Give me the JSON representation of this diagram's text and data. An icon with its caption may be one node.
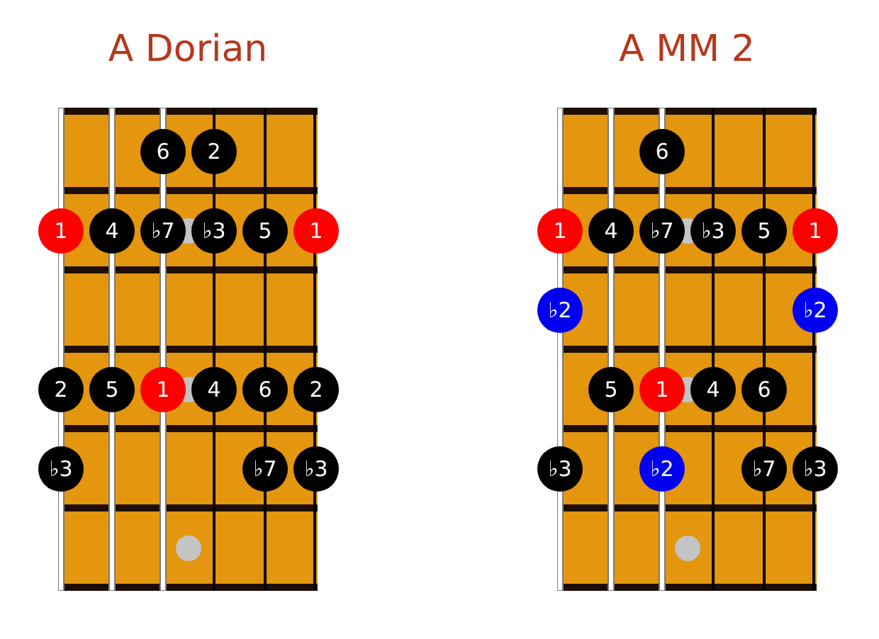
{
  "diagram": {
    "nodes": [
      {
        "text": [
          "A Dorian"
        ]
      },
      {
        "text": [
          "6"
        ],
        "in": 0
      },
      {
        "text": [
          "2"
        ],
        "in": 0
      },
      {
        "text": [
          "1"
        ],
        "in": 0
      },
      {
        "text": [
          "4"
        ],
        "in": 0
      },
      {
        "text": [
          "♭7"
        ],
        "in": 0
      },
      {
        "text": [
          "♭3"
        ],
        "in": 0
      },
      {
        "text": [
          "5"
        ],
        "in": 0
      },
      {
        "text": [
          "1"
        ],
        "in": 0
      },
      {
        "text": [
          "2"
        ],
        "in": 0
      },
      {
        "text": [
          "5"
        ],
        "in": 0
      },
      {
        "text": [
          "1"
        ],
        "in": 0
      },
      {
        "text": [
          "4"
        ],
        "in": 0
      },
      {
        "text": [
          "6"
        ],
        "in": 0
      },
      {
        "text": [
          "2"
        ],
        "in": 0
      },
      {
        "text": [
          "♭3"
        ],
        "in": 0
      },
      {
        "text": [
          "♭7"
        ],
        "in": 0
      },
      {
        "text": [
          "♭3"
        ],
        "in": 0
      },
      {
        "text": [
          "A MM 2"
        ]
      },
      {
        "text": [
          "6"
        ],
        "in": 18
      },
      {
        "text": [
          "1"
        ],
        "in": 18
      },
      {
        "text": [
          "4"
        ],
        "in": 18
      },
      {
        "text": [
          "♭7"
        ],
        "in": 18
      },
      {
        "text": [
          "♭3"
        ],
        "in": 18
      },
      {
        "text": [
          "5"
        ],
        "in": 18
      },
      {
        "text": [
          "1"
        ],
        "in": 18
      },
      {
        "text": [
          "♭2"
        ],
        "in": 18
      },
      {
        "text": [
          "♭2"
        ],
        "in": 18
      },
      {
        "text": [
          "5"
        ],
        "in": 18
      },
      {
        "text": [
          "1"
        ],
        "in": 18
      },
      {
        "text": [
          "4"
        ],
        "in": 18
      },
      {
        "text": [
          "6"
        ],
        "in": 18
      },
      {
        "text": [
          "♭3"
        ],
        "in": 18
      },
      {
        "text": [
          "♭2"
        ],
        "in": 18
      },
      {
        "text": [
          "♭7"
        ],
        "in": 18
      },
      {
        "text": [
          "♭3"
        ],
        "in": 18
      }
    ]
  }
}
